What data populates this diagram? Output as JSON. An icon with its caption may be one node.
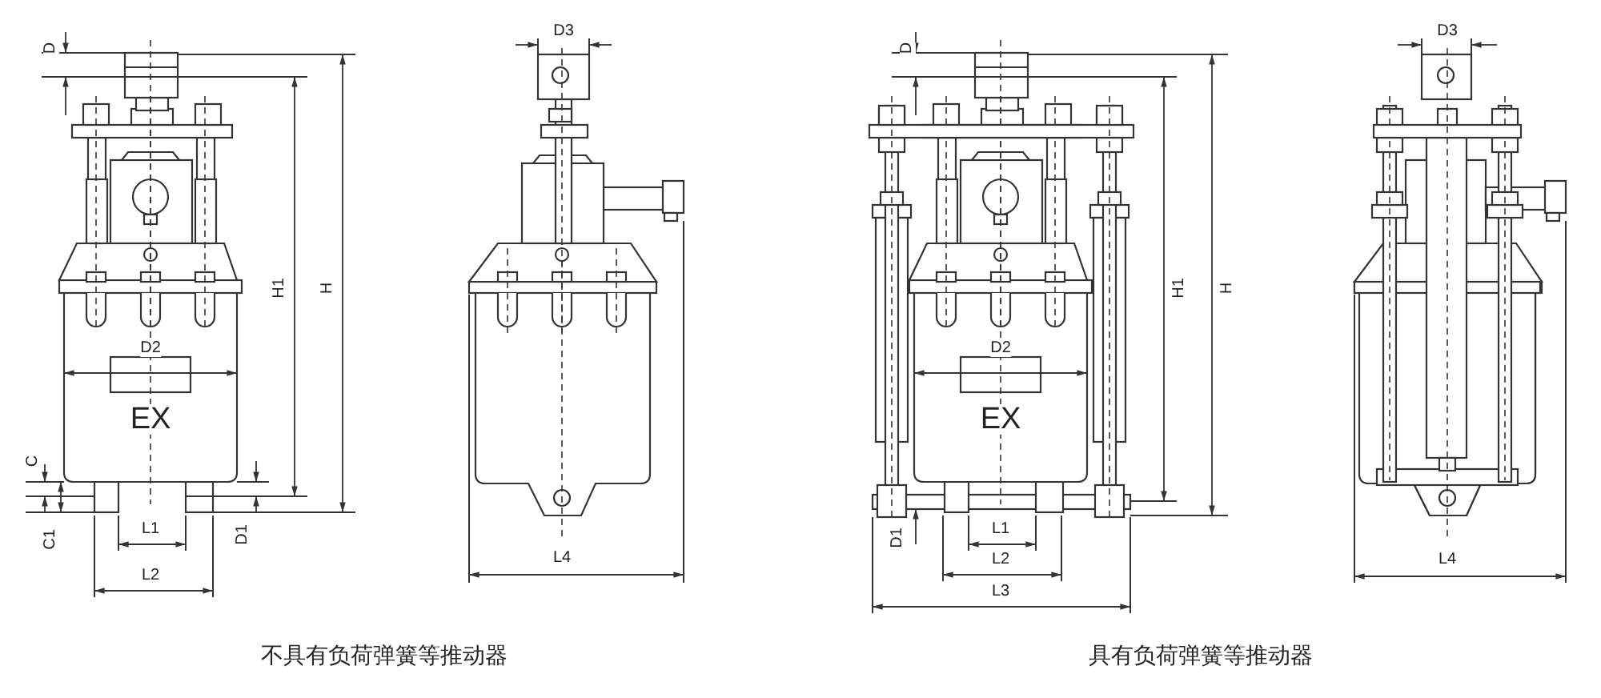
{
  "diagram": {
    "labels": [
      "D",
      "D3",
      "H1",
      "H",
      "D2",
      "EX",
      "C",
      "C1",
      "D1",
      "L1",
      "L2",
      "L4",
      "不具有负荷弹簧等推动器",
      "D",
      "D3",
      "H1",
      "H",
      "D2",
      "EX",
      "D1",
      "L1",
      "L2",
      "L3",
      "L4",
      "具有负荷弹簧等推动器"
    ]
  }
}
